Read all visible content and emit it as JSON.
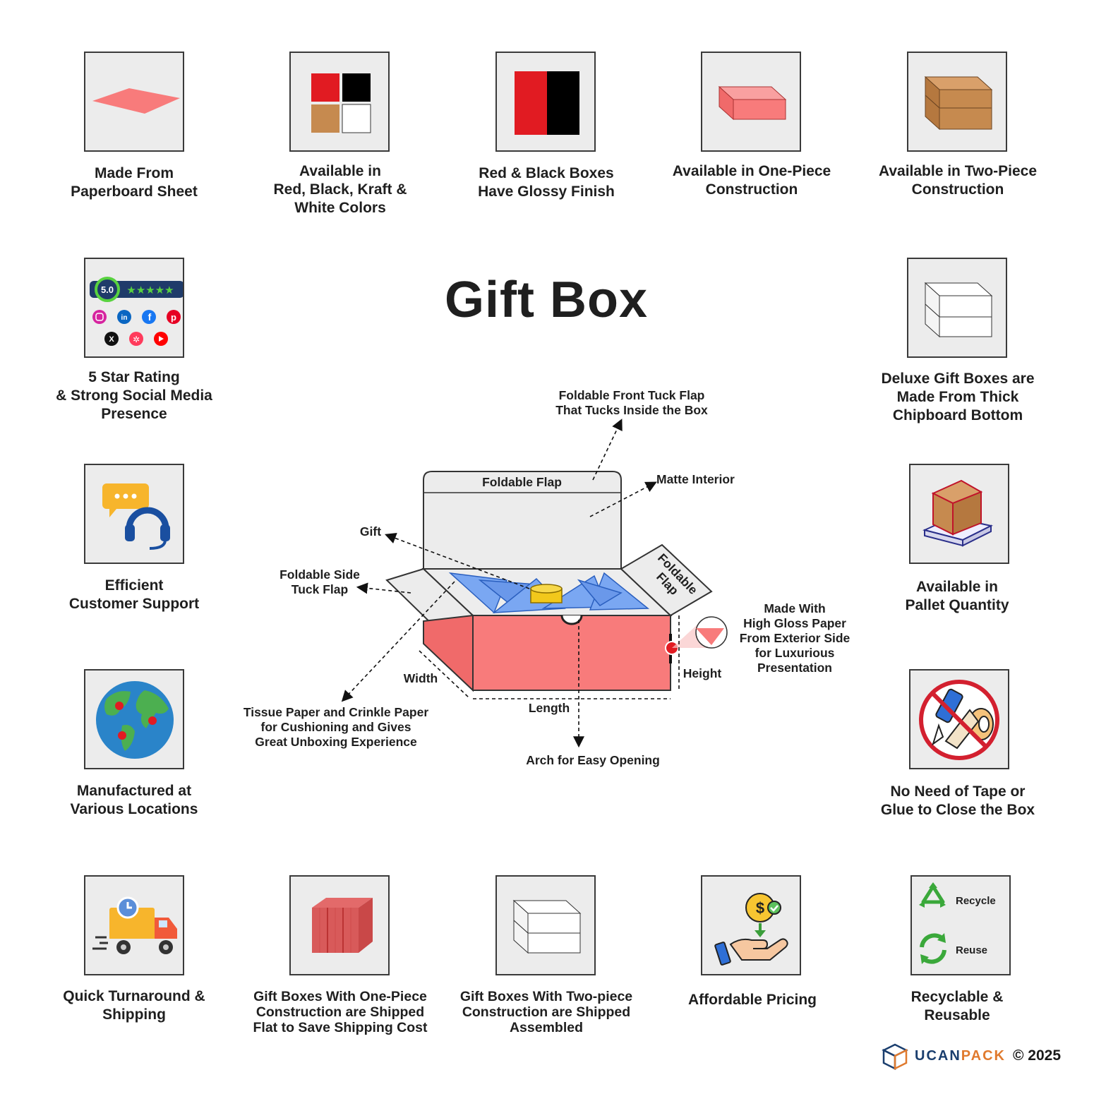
{
  "title": "Gift Box",
  "features": [
    {
      "icon": "paperboard-sheet-icon",
      "caption": "Made From\nPaperboard Sheet"
    },
    {
      "icon": "color-swatches-icon",
      "caption": "Available in\nRed, Black, Kraft &\nWhite Colors"
    },
    {
      "icon": "glossy-red-black-icon",
      "caption": "Red & Black Boxes\nHave Glossy Finish"
    },
    {
      "icon": "one-piece-box-icon",
      "caption": "Available in One-Piece\nConstruction"
    },
    {
      "icon": "two-piece-box-icon",
      "caption": "Available in Two-Piece\nConstruction"
    },
    {
      "icon": "rating-social-icon",
      "caption": "5 Star Rating\n& Strong Social Media\nPresence",
      "rating": "5.0",
      "stars": "★★★★★"
    },
    {
      "icon": "white-deluxe-box-icon",
      "caption": "Deluxe Gift Boxes are\nMade From Thick\nChipboard Bottom"
    },
    {
      "icon": "customer-support-icon",
      "caption": "Efficient\nCustomer Support"
    },
    {
      "icon": "pallet-icon",
      "caption": "Available in\nPallet Quantity"
    },
    {
      "icon": "globe-icon",
      "caption": "Manufactured at\nVarious Locations"
    },
    {
      "icon": "no-tape-glue-icon",
      "caption": "No Need of Tape or\nGlue to Close the Box"
    },
    {
      "icon": "delivery-truck-icon",
      "caption": "Quick Turnaround &\nShipping"
    },
    {
      "icon": "flat-stack-icon",
      "caption": "Gift Boxes With One-Piece\nConstruction are Shipped\nFlat to Save Shipping Cost"
    },
    {
      "icon": "assembled-box-icon",
      "caption": "Gift Boxes With Two-piece\nConstruction are Shipped\nAssembled"
    },
    {
      "icon": "pricing-hand-icon",
      "caption": "Affordable Pricing"
    },
    {
      "icon": "recycle-reuse-icon",
      "caption": "Recyclable &\nReusable",
      "recycle_label": "Recycle",
      "reuse_label": "Reuse"
    }
  ],
  "diagram": {
    "front_flap": "Foldable Front Tuck Flap\nThat Tucks Inside the Box",
    "foldable_flap": "Foldable Flap",
    "matte_interior": "Matte Interior",
    "gift": "Gift",
    "side_tuck_flap": "Foldable Side\nTuck Flap",
    "right_flap": "Foldable\nFlap",
    "gloss_paper": "Made With\nHigh Gloss Paper\nFrom Exterior Side\nfor Luxurious\nPresentation",
    "height": "Height",
    "width": "Width",
    "length": "Length",
    "tissue": "Tissue Paper and Crinkle Paper\nfor Cushioning and Gives\nGreat Unboxing Experience",
    "arch": "Arch for Easy Opening"
  },
  "colors": {
    "box_red": "#f87b7b",
    "kraft": "#c68a4f",
    "tissue_blue": "#7aa7f2",
    "gold": "#f2c81b",
    "text": "#1f1f1f"
  },
  "footer": {
    "brand_part1": "UCAN",
    "brand_part2": "PACK",
    "copyright": "© 2025"
  }
}
